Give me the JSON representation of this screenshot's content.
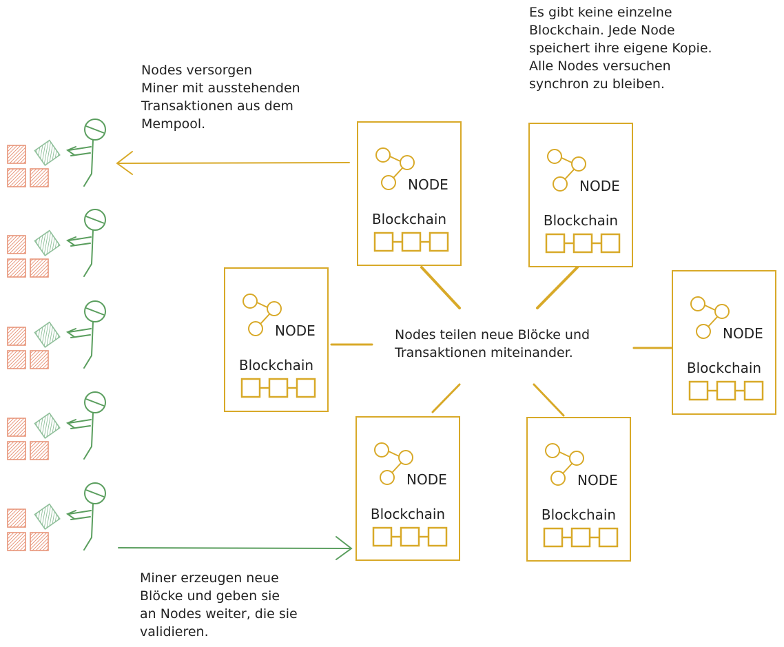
{
  "notes": {
    "top_right": [
      "Es gibt keine einzelne",
      "Blockchain. Jede Node",
      "speichert ihre eigene Kopie.",
      "Alle Nodes versuchen",
      "synchron zu bleiben."
    ],
    "miners": [
      "Nodes versorgen",
      "Miner mit ausstehenden",
      "Transaktionen aus dem",
      "Mempool."
    ],
    "center": [
      "Nodes teilen neue Blöcke und",
      "Transaktionen miteinander."
    ],
    "bottom": [
      "Miner erzeugen neue",
      "Blöcke und geben sie",
      "an Nodes weiter, die sie",
      "validieren."
    ]
  },
  "nodes": [
    {
      "label": "NODE",
      "chain_label": "Blockchain"
    },
    {
      "label": "NODE",
      "chain_label": "Blockchain"
    },
    {
      "label": "NODE",
      "chain_label": "Blockchain"
    },
    {
      "label": "NODE",
      "chain_label": "Blockchain"
    },
    {
      "label": "NODE",
      "chain_label": "Blockchain"
    },
    {
      "label": "NODE",
      "chain_label": "Blockchain"
    }
  ],
  "miners_count": 5,
  "colors": {
    "node": "#d8a928",
    "miner": "#5a9e5e",
    "block": "#e8957a",
    "block_held": "#8fbf9a"
  }
}
